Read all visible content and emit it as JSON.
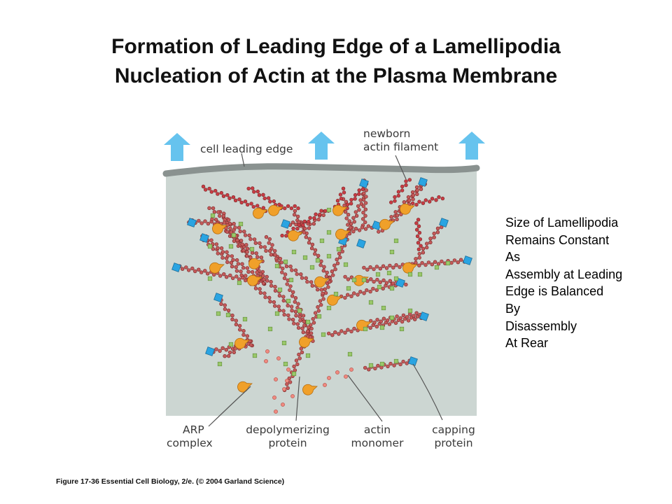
{
  "title": {
    "line1": "Formation of Leading Edge of a Lamellipodia",
    "line2": "Nucleation of Actin at the Plasma Membrane"
  },
  "side_note": {
    "lines": [
      "Size of Lamellipodia",
      "Remains Constant",
      "As",
      "Assembly at Leading",
      "Edge is Balanced",
      "By",
      "Disassembly",
      "At Rear"
    ]
  },
  "diagram": {
    "label_leading_edge": "cell leading edge",
    "label_newborn_line1": "newborn",
    "label_newborn_line2": "actin filament",
    "label_arp_line1": "ARP",
    "label_arp_line2": "complex",
    "label_depoly_line1": "depolymerizing",
    "label_depoly_line2": "protein",
    "label_monomer_line1": "actin",
    "label_monomer_line2": "monomer",
    "label_capping_line1": "capping",
    "label_capping_line2": "protein",
    "colors": {
      "cytoplasm": "#ccd6d2",
      "membrane": "#8a9290",
      "arrow": "#66c3ee",
      "filament": "#c45a5a",
      "newborn_filament": "#c83c44",
      "arp": "#f0a02a",
      "capping": "#2aa4e2",
      "depolymerizing": "#9ac86a",
      "monomer": "#ef8a80"
    }
  },
  "caption": "Figure 17-36 Essential Cell Biology, 2/e. (© 2004 Garland Science)"
}
